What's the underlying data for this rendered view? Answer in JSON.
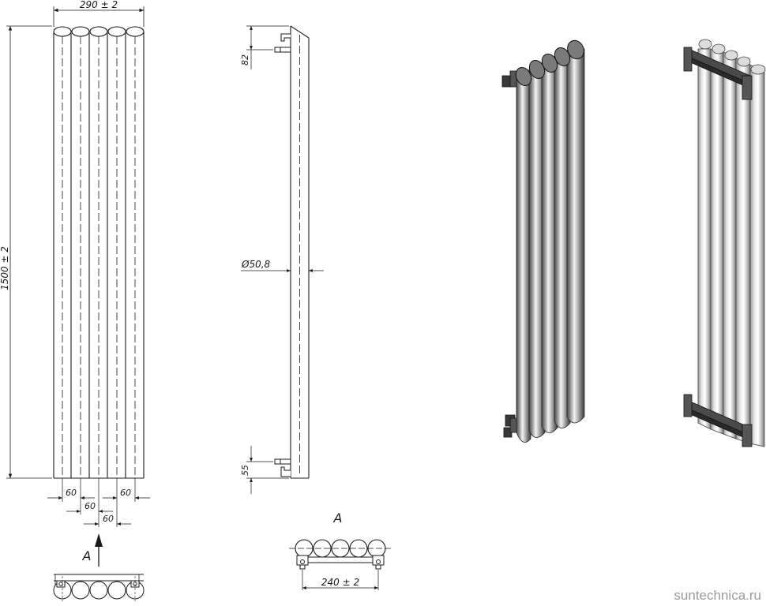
{
  "drawing": {
    "front_view": {
      "width_label": "290 ± 2",
      "height_label": "1500 ± 2",
      "pitch_labels": [
        "60",
        "60",
        "60",
        "60"
      ]
    },
    "side_view": {
      "top_offset_label": "82",
      "diameter_label": "Ø50,8",
      "bottom_offset_label": "55"
    },
    "view_a": {
      "arrow_label": "A",
      "title": "A",
      "bracket_label": "240 ± 2"
    }
  },
  "watermark": "suntechnica.ru",
  "colors": {
    "line": "#1a1a1a",
    "metal_dark": "#555555",
    "metal_light": "#eeeeee",
    "watermark": "#9a9a9a"
  }
}
